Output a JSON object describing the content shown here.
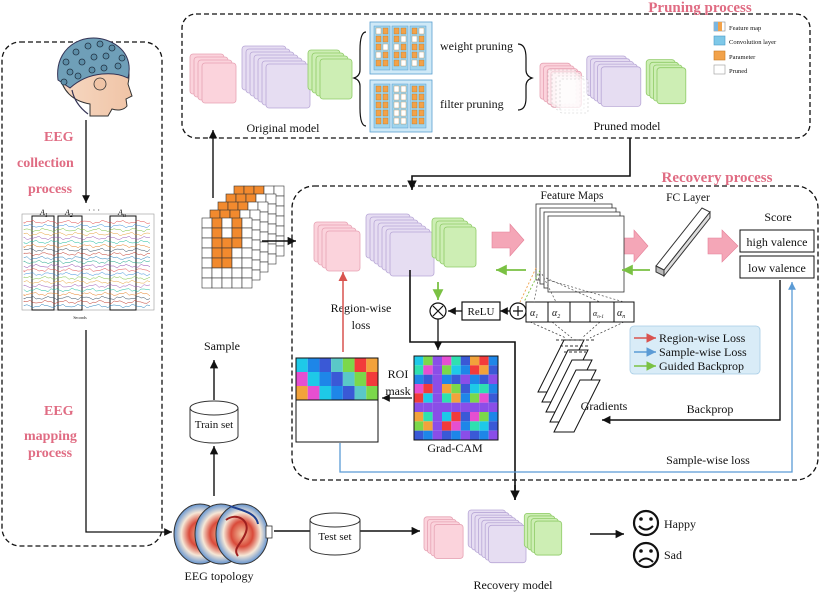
{
  "titles": {
    "pruning_process": "Pruning process",
    "recovery_process": "Recovery process"
  },
  "left_panel": {
    "collection_line1": "EEG",
    "collection_line2": "collection",
    "collection_line3": "process",
    "mapping_line1": "EEG",
    "mapping_line2": "mapping",
    "mapping_line3": "process",
    "segment_labels": [
      "A",
      "A",
      "A"
    ],
    "segment_subscripts": [
      "1",
      "2",
      "n"
    ],
    "segment_dots": "· · ·",
    "xaxis_label": "Seconds"
  },
  "pruning": {
    "original_model": "Original model",
    "pruned_model": "Pruned model",
    "weight_pruning": "weight pruning",
    "filter_pruning": "filter pruning",
    "legend": [
      "Feature map",
      "Convolution layer",
      "Parameter",
      "Pruned"
    ]
  },
  "recovery": {
    "feature_maps": "Feature Maps",
    "fc_layer": "FC Layer",
    "score": "Score",
    "high_valence": "high valence",
    "low_valence": "low valence",
    "relu": "ReLU",
    "region_wise_loss_line1": "Region-wise",
    "region_wise_loss_line2": "loss",
    "roi_line1": "ROI",
    "roi_line2": "mask",
    "grad_cam": "Grad-CAM",
    "gradients": "Gradients",
    "backprop": "Backprop",
    "sample_wise_loss": "Sample-wise loss",
    "alpha_base": "α",
    "alpha_labels": [
      "1",
      "2",
      "n-1",
      "n"
    ],
    "legend": [
      "Region-wise Loss",
      "Sample-wise Loss",
      "Guided Backprop"
    ]
  },
  "flow": {
    "sample": "Sample",
    "train_set": "Train set",
    "test_set": "Test set",
    "eeg_topology": "EEG topology",
    "recovery_model": "Recovery model",
    "happy": "Happy",
    "sad": "Sad"
  },
  "colors": {
    "title_red": "#e06c83",
    "region_loss": "#d9534f",
    "sample_loss": "#5b9bd5",
    "guided_backprop": "#7ac143",
    "pink_arrow": "#f4a6b7",
    "sample_orange": "#f28a2e",
    "legend_bg": "#d9ecf7"
  }
}
